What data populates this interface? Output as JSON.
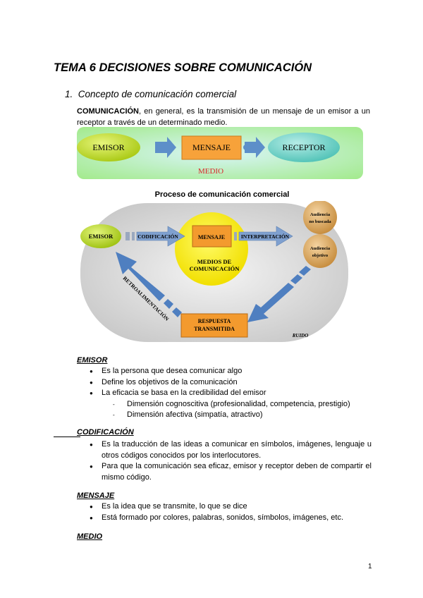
{
  "title": "TEMA 6 DECISIONES SOBRE COMUNICACIÓN",
  "section1": {
    "number": "1.",
    "title": "Concepto de comunicación comercial"
  },
  "intro": {
    "term": "COMUNICACIÓN",
    "text": ", en general, es la transmisión de un mensaje de un emisor a un receptor a través de un determinado medio."
  },
  "simple_diagram": {
    "emisor": "EMISOR",
    "mensaje": "MENSAJE",
    "receptor": "RECEPTOR",
    "medio": "MEDIO"
  },
  "process_diagram": {
    "caption": "Proceso de comunicación comercial",
    "emisor": "EMISOR",
    "codificacion": "CODIFICACIÓN",
    "mensaje": "MENSAJE",
    "interpretacion": "INTERPRETACIÓN",
    "medios_line1": "MEDIOS DE",
    "medios_line2": "COMUNICACIÓN",
    "audiencia_nb_line1": "Audiencia",
    "audiencia_nb_line2": "no buscada",
    "audiencia_obj_line1": "Audiencia",
    "audiencia_obj_line2": "objetivo",
    "retroalimentacion": "RETROALIMENTACIÓN",
    "respuesta_line1": "RESPUESTA",
    "respuesta_line2": "TRANSMITIDA",
    "ruido": "RUIDO"
  },
  "emisor_section": {
    "heading": "EMISOR",
    "bullets": [
      "Es la persona que desea comunicar algo",
      "Define los objetivos de la comunicación",
      "La eficacia se basa en la credibilidad del emisor"
    ],
    "subitems": [
      "Dimensión cognoscitiva (profesionalidad, competencia, prestigio)",
      "Dimensión afectiva (simpatía, atractivo)"
    ]
  },
  "codificacion_section": {
    "heading": "CODIFICACIÓN",
    "bullets": [
      "Es la traducción de las ideas a comunicar en símbolos, imágenes, lenguaje u otros códigos conocidos por los interlocutores.",
      "Para que la comunicación sea eficaz, emisor y receptor deben de compartir el mismo código."
    ]
  },
  "mensaje_section": {
    "heading": "MENSAJE",
    "bullets": [
      "Es la idea que se transmite, lo que se dice",
      "Está formado por colores, palabras, sonidos, símbolos, imágenes, etc."
    ]
  },
  "medio_section": {
    "heading": "MEDIO"
  },
  "page_number": "1",
  "colors": {
    "green_oval": "#c6e030",
    "orange_box": "#f7a23a",
    "teal_oval": "#79d3c9",
    "medio_red": "#d9262b",
    "arrow_blue": "#5d8fc9"
  }
}
